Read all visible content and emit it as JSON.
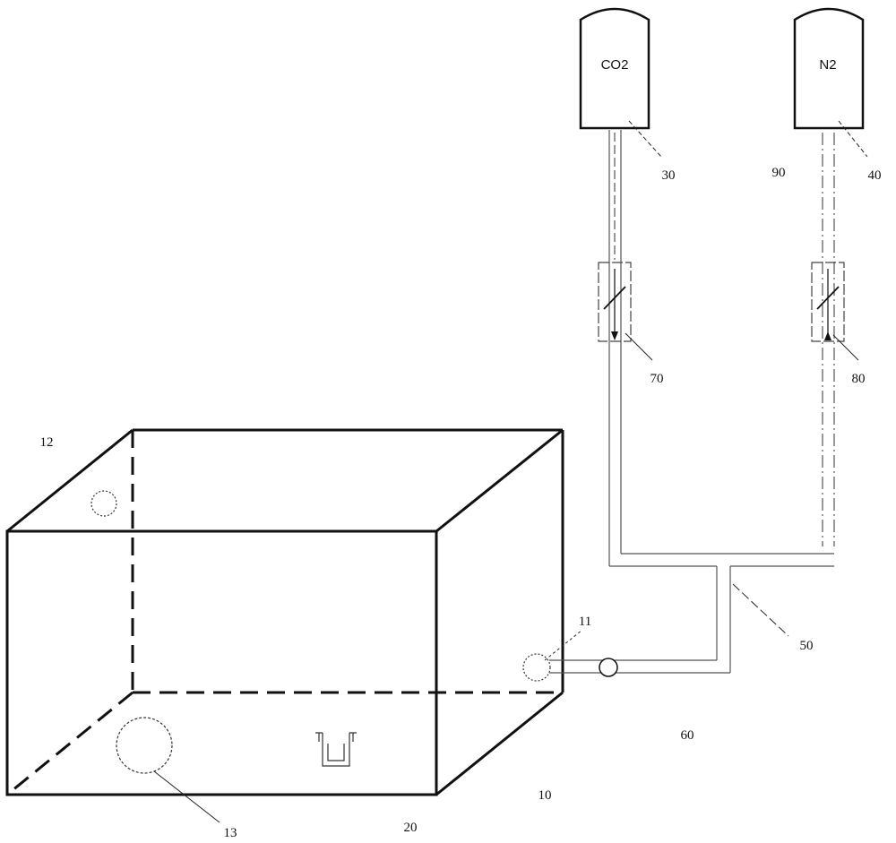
{
  "diagram": {
    "cylinders": [
      {
        "gas": "CO2",
        "ref": "30"
      },
      {
        "gas": "N2",
        "ref": "40"
      }
    ],
    "labels": {
      "chamber": "10",
      "chamber_front": "20",
      "port_inlet": "11",
      "port_top": "12",
      "port_bottom": "13",
      "manifold": "50",
      "outlet_pipe": "60",
      "co2_regulator": "70",
      "n2_regulator": "80",
      "n2_line": "90"
    },
    "colors": {
      "stroke": "#111111",
      "line": "#555555",
      "background": "#ffffff"
    }
  }
}
